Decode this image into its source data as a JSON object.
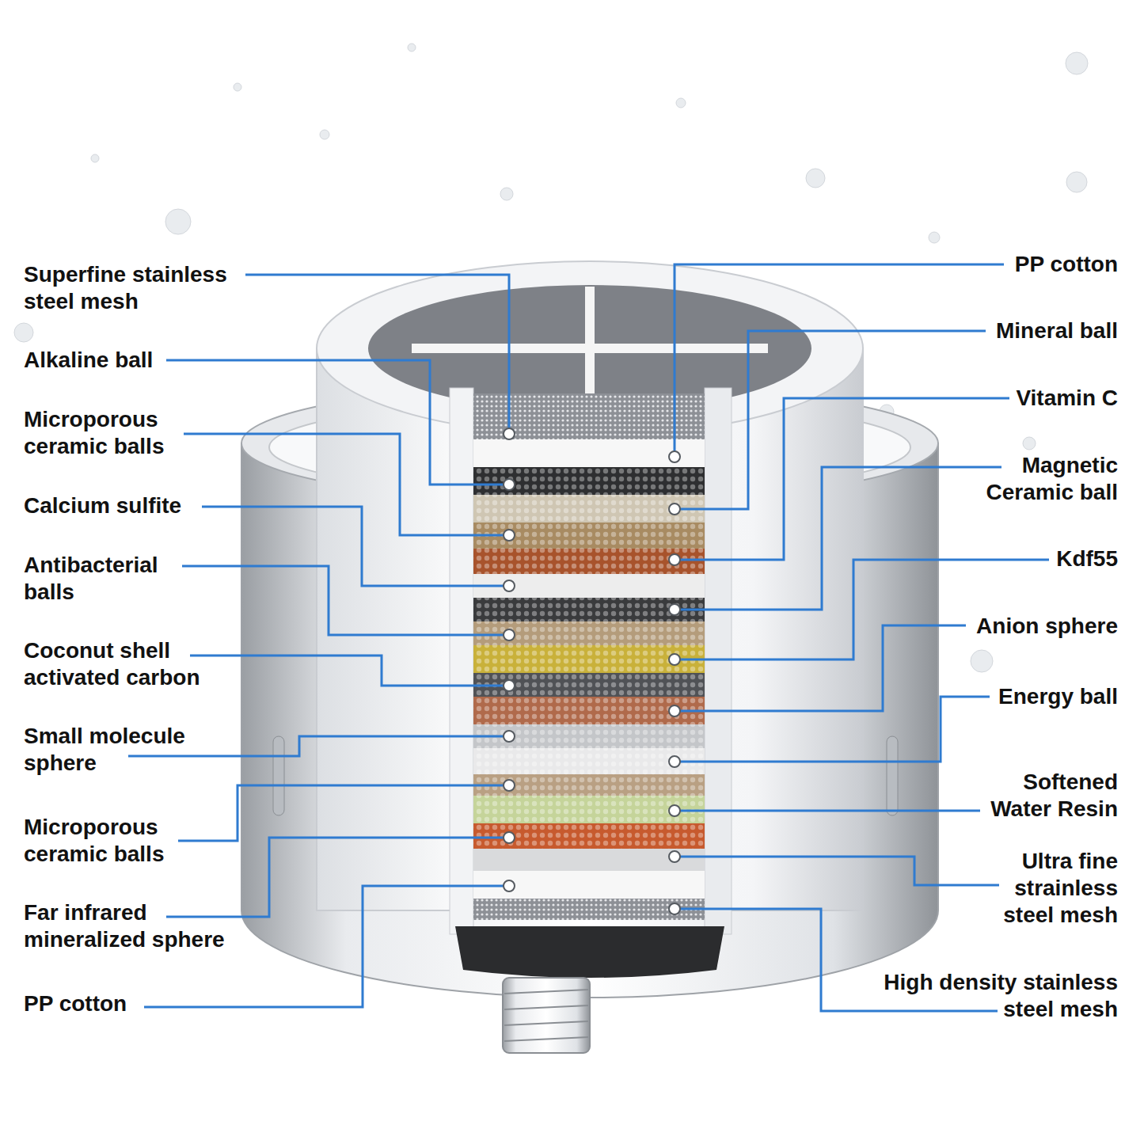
{
  "diagram": {
    "labels": [
      "Superfine stainless steel mesh",
      "Alkaline ball",
      "Microporous ceramic balls",
      "Calcium sulfite",
      "Antibacterial balls",
      "Coconut shell activated carbon",
      "Small molecule sphere",
      "Microporous ceramic balls",
      "Far infrared mineralized sphere",
      "PP cotton",
      "PP cotton",
      "Mineral ball",
      "Vitamin C",
      "Magnetic Ceramic ball",
      "Kdf55",
      "Anion sphere",
      "Energy ball",
      "Softened Water Resin",
      "Ultra fine strainless steel mesh",
      "High density stainless steel mesh"
    ]
  }
}
